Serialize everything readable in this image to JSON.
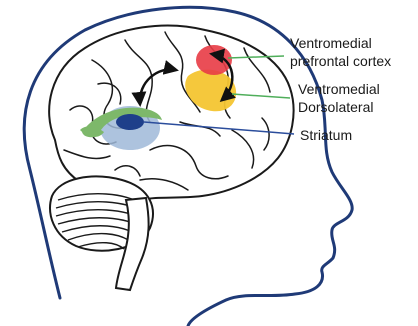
{
  "labels": {
    "vmpfc_line1": "Ventromedial",
    "vmpfc_line2": "prefrontal cortex",
    "dlpfc_line1": "Ventromedial",
    "dlpfc_line2": "Dorsolateral",
    "striatum": "Striatum"
  },
  "colors": {
    "head_outline": "#1f3a77",
    "brain_outline": "#1a1a1a",
    "vmpfc_region": "#e83b45",
    "dlpfc_region": "#f4c531",
    "striatum_outer": "#7db86a",
    "striatum_inner": "#1e3f8a",
    "striatum_halo": "#9fb8d8",
    "vmpfc_line": "#4fae5a",
    "dlpfc_line": "#4fae5a",
    "striatum_line": "#2b4d9c",
    "arrows": "#111111"
  },
  "icons": {
    "head": "head-silhouette-icon",
    "brain": "brain-icon",
    "cerebellum": "cerebellum-icon"
  }
}
